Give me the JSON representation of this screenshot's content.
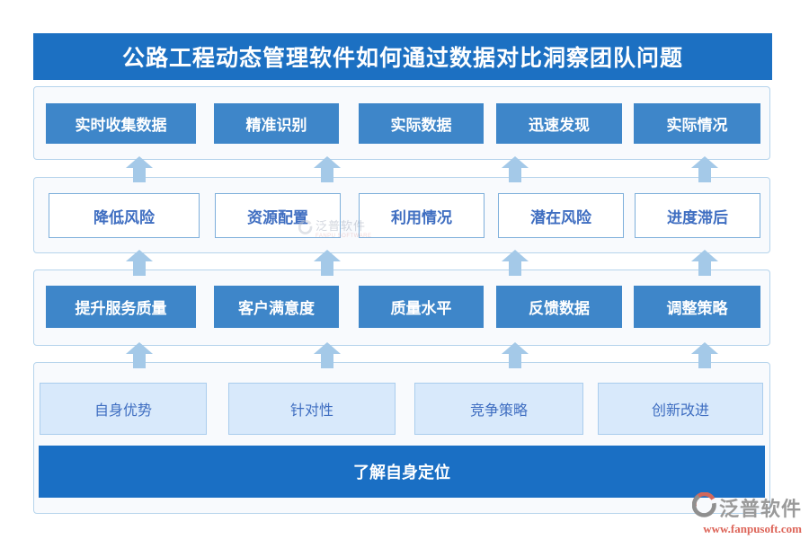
{
  "title": "公路工程动态管理软件如何通过数据对比洞察团队问题",
  "rows": {
    "row1": {
      "items": [
        "实时收集数据",
        "精准识别",
        "实际数据",
        "迅速发现",
        "实际情况"
      ]
    },
    "row2": {
      "items": [
        "降低风险",
        "资源配置",
        "利用情况",
        "潜在风险",
        "进度滞后"
      ]
    },
    "row3": {
      "items": [
        "提升服务质量",
        "客户满意度",
        "质量水平",
        "反馈数据",
        "调整策略"
      ]
    },
    "row4": {
      "items": [
        "自身优势",
        "针对性",
        "竞争策略",
        "创新改进"
      ]
    },
    "footer": "了解自身定位"
  },
  "watermark": {
    "brand": "泛普软件",
    "brand_sub": "FANPU SOFTWARE",
    "url": "www.fanpusoft.com"
  },
  "colors": {
    "title_bg": "#1c70c2",
    "button_bg": "#3e86c9",
    "footer_bg": "#1a6fc4",
    "container_bg": "#f8fafd",
    "container_border": "#b6d4ec",
    "outline_box_border": "#7eafdb",
    "box_text_blue": "#3f6ec1",
    "light_box_bg": "#d8e9fb",
    "light_box_border": "#aacded",
    "arrow": "#a4c9e8",
    "watermark_grey": "#9a9a9a",
    "watermark_red": "#dd6458"
  }
}
